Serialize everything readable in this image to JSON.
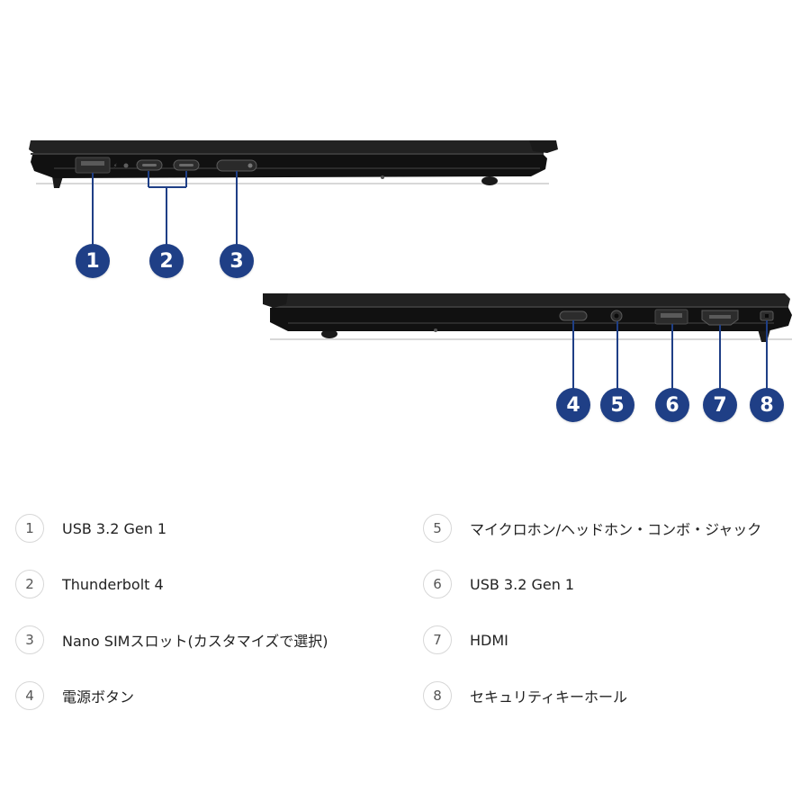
{
  "colors": {
    "marker_fill": "#1f3f86",
    "laptop_body": "#1a1a1a",
    "leader_line": "#1f3f86"
  },
  "markers": [
    "1",
    "2",
    "3",
    "4",
    "5",
    "6",
    "7",
    "8"
  ],
  "legend": [
    {
      "number": "1",
      "label": "USB 3.2 Gen 1"
    },
    {
      "number": "2",
      "label": "Thunderbolt 4"
    },
    {
      "number": "3",
      "label": "Nano SIMスロット(カスタマイズで選択)"
    },
    {
      "number": "4",
      "label": "電源ボタン"
    },
    {
      "number": "5",
      "label": "マイクロホン/ヘッドホン・コンボ・ジャック"
    },
    {
      "number": "6",
      "label": "USB 3.2 Gen 1"
    },
    {
      "number": "7",
      "label": "HDMI"
    },
    {
      "number": "8",
      "label": "セキュリティキーホール"
    }
  ],
  "ports": {
    "left_side": [
      "usb-a-port",
      "usb-c-port",
      "usb-c-port",
      "nano-sim-slot"
    ],
    "right_side": [
      "power-button",
      "audio-jack",
      "usb-a-port",
      "hdmi-port",
      "security-keyhole"
    ]
  }
}
